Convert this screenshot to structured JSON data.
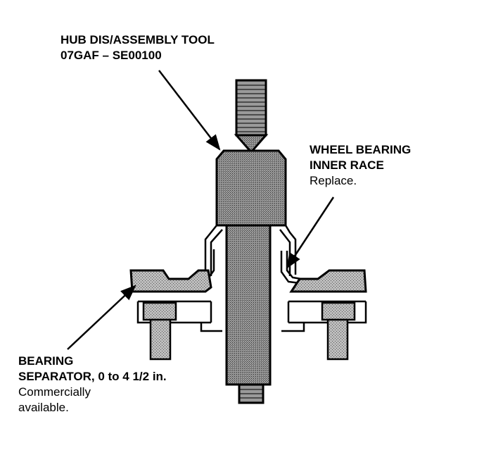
{
  "callouts": {
    "hub_tool": {
      "title_line1": "HUB DIS/ASSEMBLY TOOL",
      "title_line2": "07GAF – SE00100"
    },
    "inner_race": {
      "title_line1": "WHEEL BEARING",
      "title_line2": "INNER RACE",
      "note": "Replace."
    },
    "separator": {
      "title_line1": "BEARING",
      "title_line2": "SEPARATOR, 0 to 4 1/2 in.",
      "note_line1": "Commercially",
      "note_line2": "available."
    }
  },
  "colors": {
    "ink": "#000000",
    "stipple": "#9a9a9a",
    "paper": "#ffffff"
  }
}
